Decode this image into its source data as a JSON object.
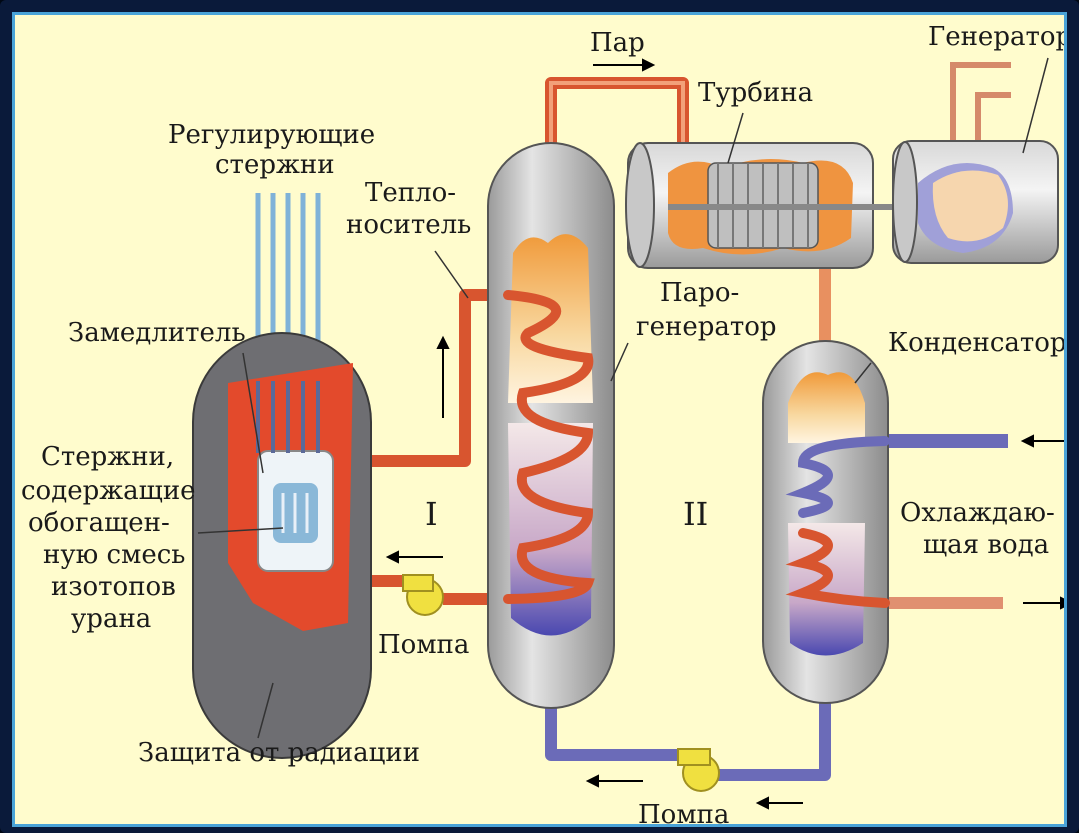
{
  "labels": {
    "steam": "Пар",
    "turbine": "Турбина",
    "generator": "Генератор",
    "control_rods_1": "Регулирующие",
    "control_rods_2": "стержни",
    "coolant_1": "Тепло-",
    "coolant_2": "носитель",
    "steam_gen_1": "Паро-",
    "steam_gen_2": "генератор",
    "moderator": "Замедлитель",
    "condenser": "Конденсатор",
    "fuel_1": "Стержни,",
    "fuel_2": "содержащие",
    "fuel_3": "обогащен-",
    "fuel_4": "ную смесь",
    "fuel_5": "изотопов",
    "fuel_6": "урана",
    "circuit_1": "I",
    "circuit_2": "II",
    "cooling_1": "Охлаждаю-",
    "cooling_2": "щая вода",
    "pump_1": "Помпа",
    "pump_2": "Помпа",
    "shield": "Защита от радиации"
  },
  "colors": {
    "background": "#fffccd",
    "frame_border": "#4aa3d8",
    "hot_pipe": "#d8552f",
    "cold_pipe": "#6b6bb8",
    "vessel": "#bdbdbd",
    "reactor_shell": "#6e6e72",
    "core": "#e34a2c",
    "steam": "#f0a040"
  }
}
